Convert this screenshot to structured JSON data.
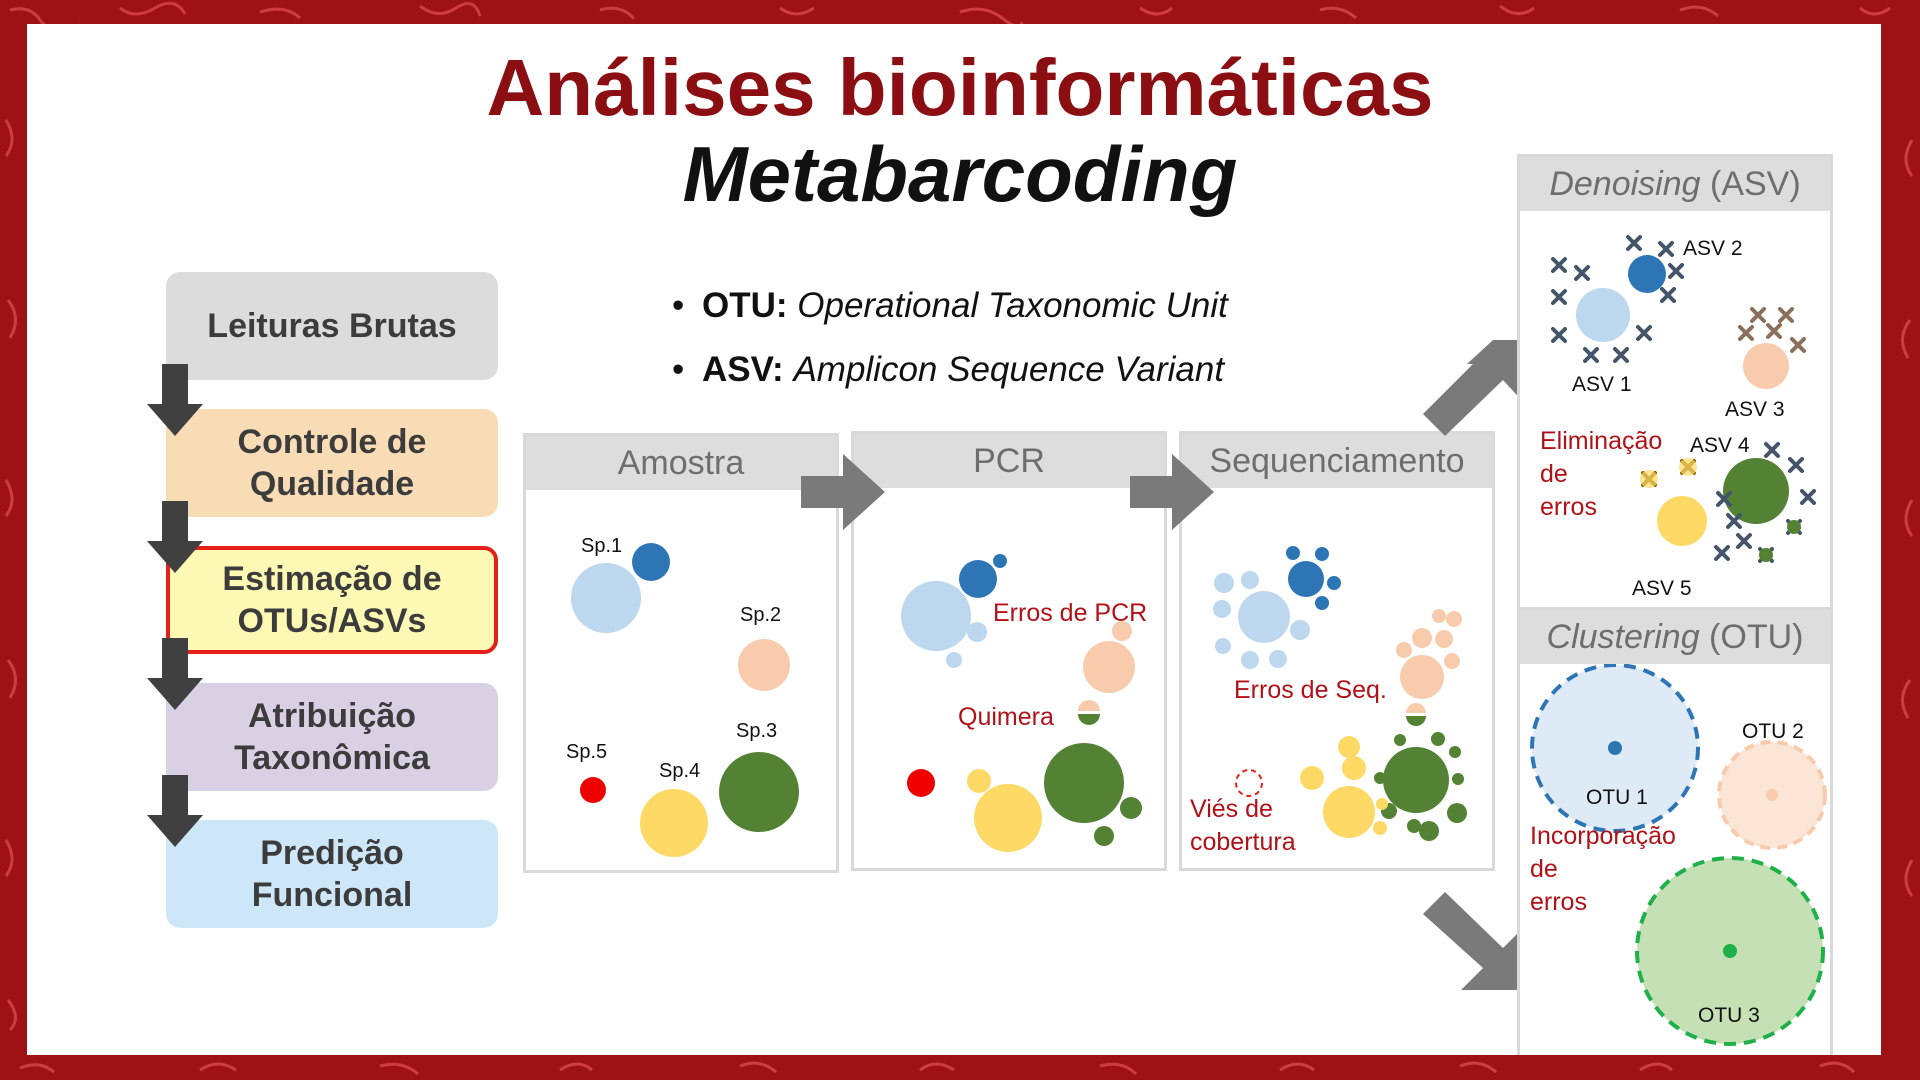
{
  "title": {
    "line1": "Análises bioinformáticas",
    "line2": "Metabarcoding"
  },
  "steps": [
    {
      "label": "Leituras Brutas",
      "color": "#dcdcdc"
    },
    {
      "label": "Controle de\nQualidade",
      "color": "#f8dcb5"
    },
    {
      "label": "Estimação de\nOTUs/ASVs",
      "color": "#fdf9b4",
      "highlight": "#e3201a"
    },
    {
      "label": "Atribuição\nTaxonômica",
      "color": "#d8d1e4"
    },
    {
      "label": "Predição\nFuncional",
      "color": "#cde7f8"
    }
  ],
  "definitions": [
    {
      "term": "OTU:",
      "definition": "Operational Taxonomic Unit"
    },
    {
      "term": "ASV:",
      "definition": "Amplicon Sequence Variant"
    }
  ],
  "panels": {
    "amostra": {
      "title": "Amostra",
      "labels": {
        "sp1": "Sp.1",
        "sp2": "Sp.2",
        "sp3": "Sp.3",
        "sp4": "Sp.4",
        "sp5": "Sp.5"
      }
    },
    "pcr": {
      "title": "PCR",
      "labels": {
        "errors": "Erros de PCR",
        "chimera": "Quimera"
      }
    },
    "sequenciamento": {
      "title": "Sequenciamento",
      "labels": {
        "errors": "Erros de Seq.",
        "bias_line1": "Viés de",
        "bias_line2": "cobertura"
      }
    },
    "denoising": {
      "title_em": "Denoising",
      "title_rest": " (ASV)",
      "labels": {
        "asv1": "ASV 1",
        "asv2": "ASV 2",
        "asv3": "ASV 3",
        "asv4": "ASV 4",
        "asv5": "ASV 5",
        "note_line1": "Eliminação",
        "note_line2": "de",
        "note_line3": "erros"
      }
    },
    "clustering": {
      "title_em": "Clustering",
      "title_rest": " (OTU)",
      "labels": {
        "otu1": "OTU 1",
        "otu2": "OTU 2",
        "otu3": "OTU 3",
        "note_line1": "Incorporação",
        "note_line2": "de",
        "note_line3": "erros"
      }
    }
  },
  "colors": {
    "frame": "#9e1216",
    "title": "#8b0f12",
    "accent_red": "#b01218",
    "blue": "#2e75b6",
    "light_blue": "#bdd7ee",
    "peach": "#f8cbad",
    "green": "#548235",
    "yellow": "#ffd966",
    "red": "#ee0000",
    "arrow_gray": "#7a7a7a",
    "step_arrow": "#404040"
  }
}
